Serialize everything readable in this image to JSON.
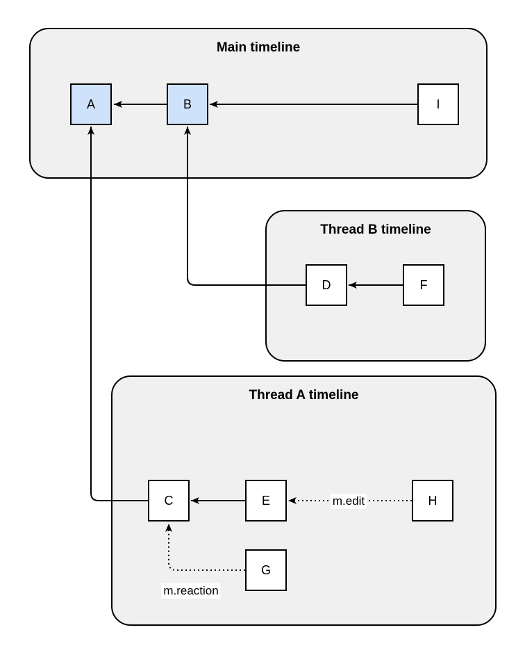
{
  "diagram_type": "matrix-threaded-timelines-dag",
  "containers": {
    "main": {
      "title": "Main timeline"
    },
    "thread_b": {
      "title": "Thread B timeline"
    },
    "thread_a": {
      "title": "Thread A timeline"
    }
  },
  "nodes": {
    "A": {
      "label": "A",
      "fill": "#cfe2fb",
      "timeline": "main"
    },
    "B": {
      "label": "B",
      "fill": "#cfe2fb",
      "timeline": "main"
    },
    "I": {
      "label": "I",
      "fill": "#ffffff",
      "timeline": "main"
    },
    "D": {
      "label": "D",
      "fill": "#ffffff",
      "timeline": "thread_b"
    },
    "F": {
      "label": "F",
      "fill": "#ffffff",
      "timeline": "thread_b"
    },
    "C": {
      "label": "C",
      "fill": "#ffffff",
      "timeline": "thread_a"
    },
    "E": {
      "label": "E",
      "fill": "#ffffff",
      "timeline": "thread_a"
    },
    "H": {
      "label": "H",
      "fill": "#ffffff",
      "timeline": "thread_a"
    },
    "G": {
      "label": "G",
      "fill": "#ffffff",
      "timeline": "thread_a"
    }
  },
  "edges": [
    {
      "from": "B",
      "to": "A",
      "style": "solid",
      "label": ""
    },
    {
      "from": "I",
      "to": "B",
      "style": "solid",
      "label": ""
    },
    {
      "from": "F",
      "to": "D",
      "style": "solid",
      "label": ""
    },
    {
      "from": "D",
      "to": "B",
      "style": "solid",
      "label": ""
    },
    {
      "from": "E",
      "to": "C",
      "style": "solid",
      "label": ""
    },
    {
      "from": "H",
      "to": "E",
      "style": "dotted",
      "label": "m.edit"
    },
    {
      "from": "G",
      "to": "C",
      "style": "dotted",
      "label": "m.reaction"
    },
    {
      "from": "C",
      "to": "A",
      "style": "solid",
      "label": ""
    }
  ],
  "colors": {
    "background": "#ffffff",
    "container_fill": "#f0f0f0",
    "container_border": "#000000",
    "node_fill_highlight": "#cfe2fb",
    "node_fill_default": "#ffffff",
    "node_border": "#000000",
    "edge_stroke": "#000000",
    "text": "#000000"
  }
}
